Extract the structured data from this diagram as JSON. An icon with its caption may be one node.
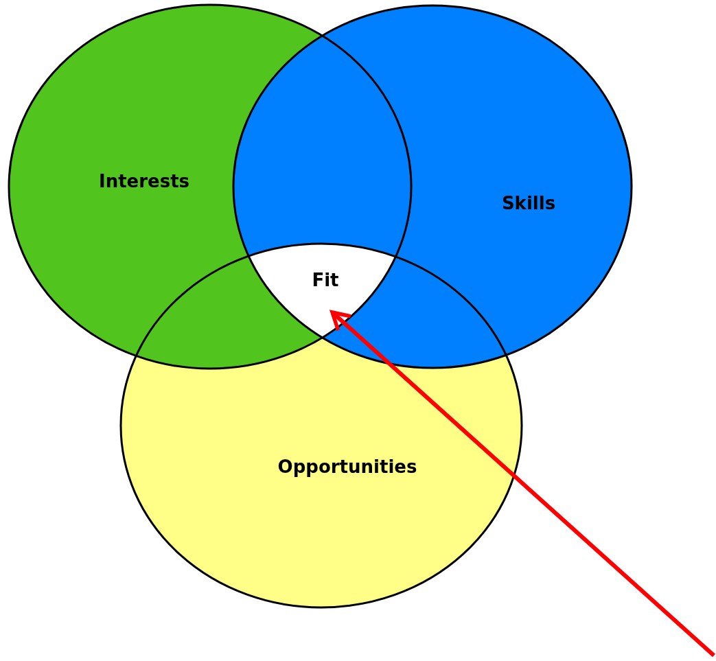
{
  "diagram": {
    "nodes": [
      {
        "text": [
          "Interests"
        ]
      },
      {
        "text": [
          "Skills"
        ]
      },
      {
        "text": [
          "Fit"
        ]
      },
      {
        "text": [
          "Opportunities"
        ]
      }
    ],
    "edges": [
      {
        "from": null,
        "to": 2,
        "arrow": "to",
        "color": "#ff0000"
      }
    ]
  }
}
